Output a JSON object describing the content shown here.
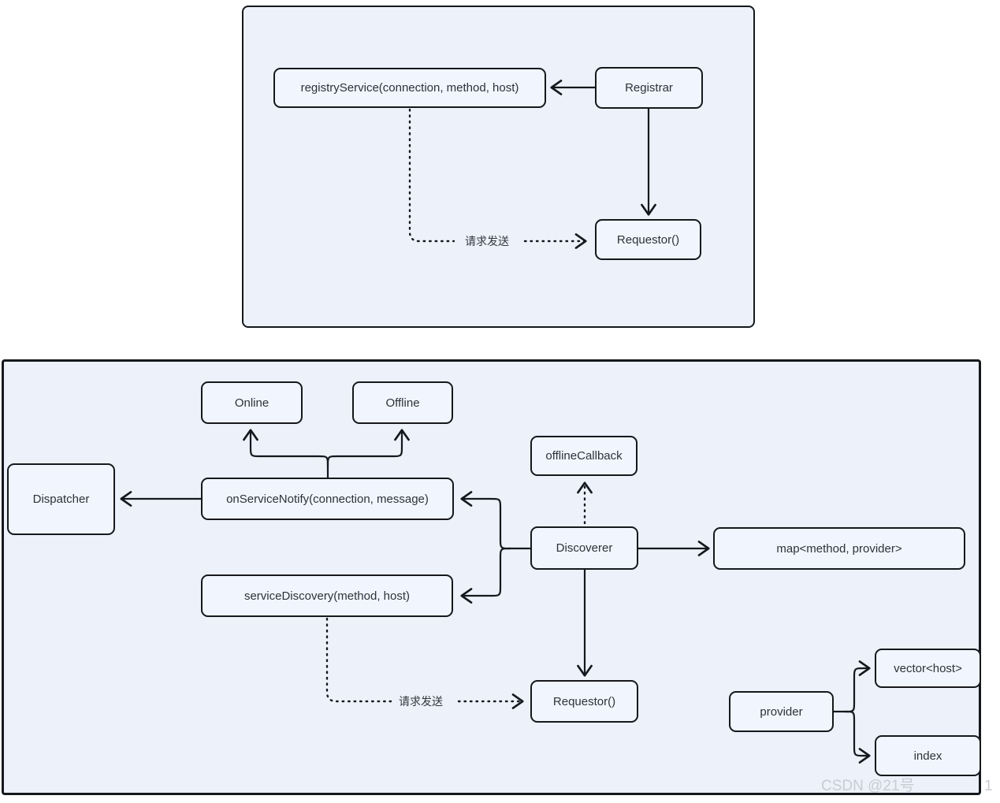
{
  "colors": {
    "panel_background": "#ecf1fa",
    "node_background": "#f1f5fd",
    "stroke": "#15181c",
    "text": "#2d323a",
    "watermark": "#c9ccd2"
  },
  "nodes": {
    "registry_service": "registryService(connection, method, host)",
    "registrar": "Registrar",
    "requestor_top": "Requestor()",
    "online": "Online",
    "offline": "Offline",
    "dispatcher": "Dispatcher",
    "on_service_notify": "onServiceNotify(connection, message)",
    "offline_callback": "offlineCallback",
    "discoverer": "Discoverer",
    "map_method_provider": "map<method, provider>",
    "service_discovery": "serviceDiscovery(method, host)",
    "requestor_bottom": "Requestor()",
    "provider": "provider",
    "vector_host": "vector<host>",
    "index": "index"
  },
  "edge_labels": {
    "request_send_top": "请求发送",
    "request_send_bottom": "请求发送"
  },
  "watermark": {
    "text": "CSDN @21号",
    "page_number": "1"
  }
}
